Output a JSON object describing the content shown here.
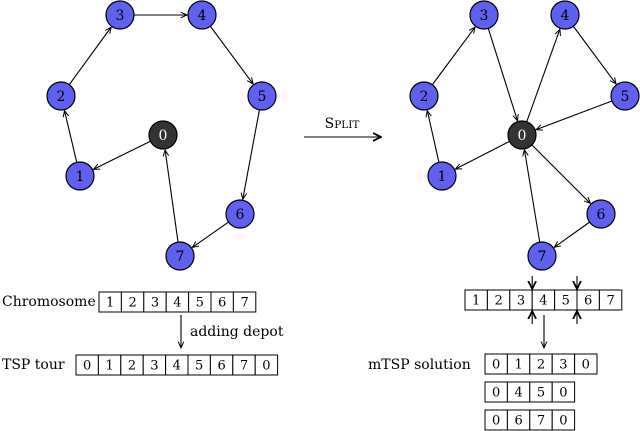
{
  "colors": {
    "customer_node": "#6060ee",
    "depot_node": "#333333",
    "depot_label": "#ffffff",
    "customer_label": "#000000"
  },
  "left_graph": {
    "nodes": [
      {
        "id": "0",
        "kind": "depot"
      },
      {
        "id": "1",
        "kind": "customer"
      },
      {
        "id": "2",
        "kind": "customer"
      },
      {
        "id": "3",
        "kind": "customer"
      },
      {
        "id": "4",
        "kind": "customer"
      },
      {
        "id": "5",
        "kind": "customer"
      },
      {
        "id": "6",
        "kind": "customer"
      },
      {
        "id": "7",
        "kind": "customer"
      }
    ],
    "edges": [
      [
        "0",
        "1"
      ],
      [
        "1",
        "2"
      ],
      [
        "2",
        "3"
      ],
      [
        "3",
        "4"
      ],
      [
        "4",
        "5"
      ],
      [
        "5",
        "6"
      ],
      [
        "6",
        "7"
      ],
      [
        "7",
        "0"
      ]
    ]
  },
  "right_graph": {
    "nodes": [
      {
        "id": "0",
        "kind": "depot"
      },
      {
        "id": "1",
        "kind": "customer"
      },
      {
        "id": "2",
        "kind": "customer"
      },
      {
        "id": "3",
        "kind": "customer"
      },
      {
        "id": "4",
        "kind": "customer"
      },
      {
        "id": "5",
        "kind": "customer"
      },
      {
        "id": "6",
        "kind": "customer"
      },
      {
        "id": "7",
        "kind": "customer"
      }
    ],
    "edges": [
      [
        "0",
        "1"
      ],
      [
        "1",
        "2"
      ],
      [
        "2",
        "3"
      ],
      [
        "3",
        "0"
      ],
      [
        "0",
        "4"
      ],
      [
        "4",
        "5"
      ],
      [
        "5",
        "0"
      ],
      [
        "0",
        "6"
      ],
      [
        "6",
        "7"
      ],
      [
        "7",
        "0"
      ]
    ]
  },
  "split_label": {
    "first": "S",
    "rest": "PLIT"
  },
  "chromosome": {
    "label": "Chromosome",
    "cells": [
      "1",
      "2",
      "3",
      "4",
      "5",
      "6",
      "7"
    ]
  },
  "adding_depot_label": "adding depot",
  "tsp_tour": {
    "label": "TSP tour",
    "cells": [
      "0",
      "1",
      "2",
      "3",
      "4",
      "5",
      "6",
      "7",
      "0"
    ]
  },
  "split_chromosome": {
    "cells": [
      "1",
      "2",
      "3",
      "4",
      "5",
      "6",
      "7"
    ],
    "split_after": [
      3,
      5
    ]
  },
  "mtsp_solution": {
    "label": "mTSP solution",
    "routes": [
      [
        "0",
        "1",
        "2",
        "3",
        "0"
      ],
      [
        "0",
        "4",
        "5",
        "0"
      ],
      [
        "0",
        "6",
        "7",
        "0"
      ]
    ]
  }
}
